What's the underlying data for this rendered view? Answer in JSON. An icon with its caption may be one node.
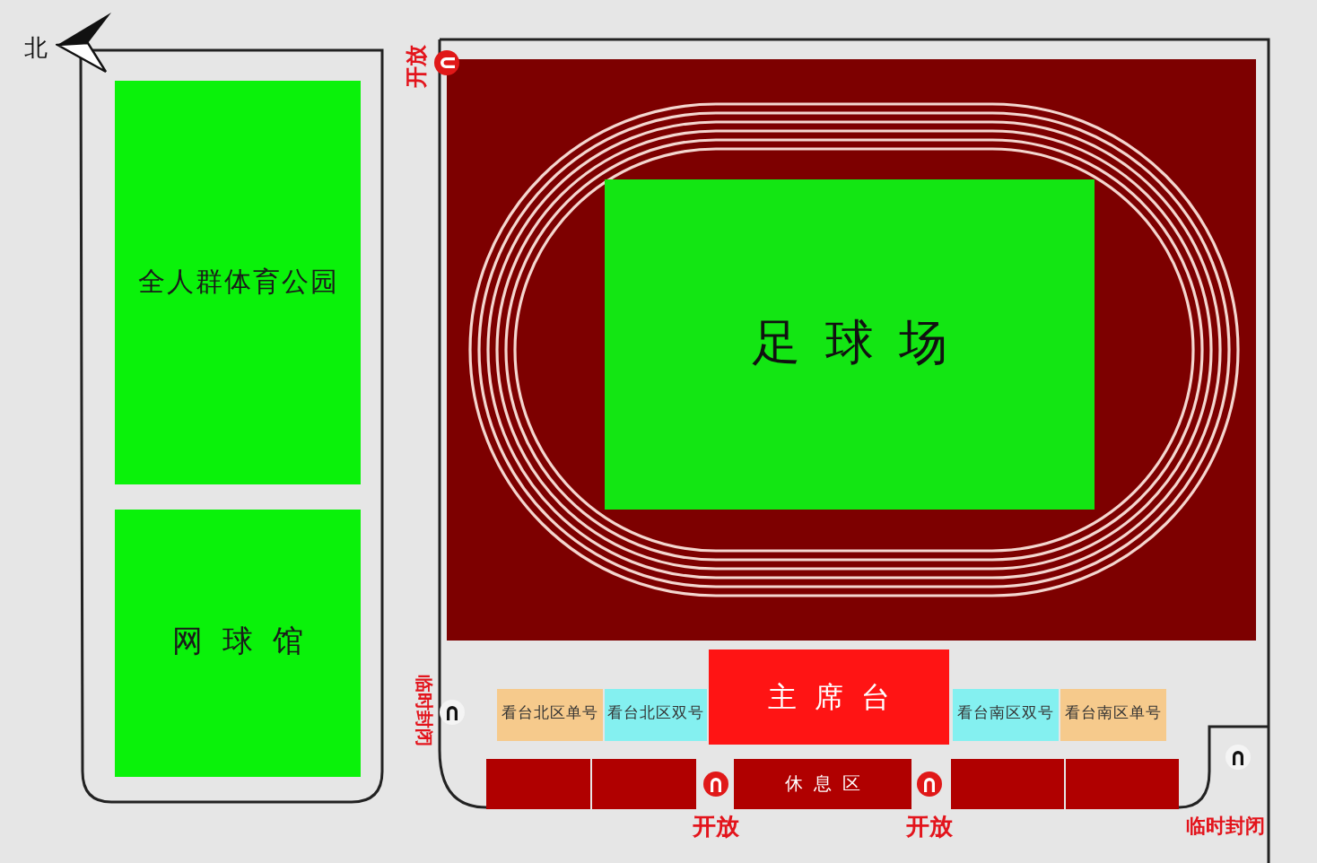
{
  "diagram": {
    "nodes": [
      {
        "text": [
          "全人群体育公园"
        ]
      },
      {
        "text": [
          "网球馆"
        ]
      },
      {
        "text": [],
        "shape": "box"
      },
      {
        "text": [
          "足球场"
        ],
        "in": 2
      },
      {
        "text": [
          "看台北区单号"
        ]
      },
      {
        "text": [
          "看台北区双号"
        ]
      },
      {
        "text": [
          "主席台"
        ]
      },
      {
        "text": [
          "看台南区双号"
        ]
      },
      {
        "text": [
          "看台南区单号"
        ]
      },
      {
        "text": [],
        "shape": "box"
      },
      {
        "text": [],
        "shape": "box"
      },
      {
        "text": [
          "休息区"
        ]
      },
      {
        "text": [],
        "shape": "box"
      },
      {
        "text": [],
        "shape": "box"
      }
    ],
    "labels": [
      "北",
      "开放",
      "临时封闭",
      "开放",
      "开放",
      "临时封闭"
    ]
  }
}
